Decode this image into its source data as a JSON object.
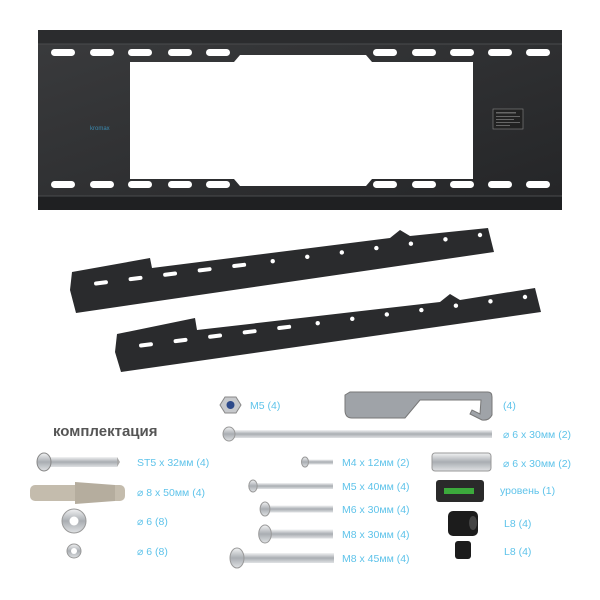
{
  "brand_logo": "kromax",
  "kit_title": "комплектация",
  "colors": {
    "label": "#5ec3ea",
    "mount": "#2e2f31",
    "steel": "#c9ccd0"
  },
  "items": [
    {
      "id": "nut",
      "label": "M5 (4)",
      "icon": "lock-nut-icon"
    },
    {
      "id": "bracket-hook",
      "label": "(4)",
      "icon": "safety-hook-icon"
    },
    {
      "id": "long-rod",
      "label": "⌀ 6 x 30мм (2)",
      "icon": "threaded-rod-icon"
    },
    {
      "id": "tube",
      "label": "⌀ 6 x 30мм (2)",
      "icon": "spacer-tube-icon"
    },
    {
      "id": "level",
      "label": "уровень (1)",
      "icon": "bubble-level-icon"
    },
    {
      "id": "spacer-large",
      "label": "L8 (4)",
      "icon": "spacer-large-icon"
    },
    {
      "id": "spacer-small",
      "label": "L8 (4)",
      "icon": "spacer-small-icon"
    },
    {
      "id": "m4",
      "label": "M4 x 12мм (2)",
      "icon": "bolt-icon"
    },
    {
      "id": "m5",
      "label": "M5 x 40мм (4)",
      "icon": "bolt-icon"
    },
    {
      "id": "m6",
      "label": "M6 x 30мм (4)",
      "icon": "bolt-icon"
    },
    {
      "id": "m8-30",
      "label": "M8 x 30мм (4)",
      "icon": "bolt-icon"
    },
    {
      "id": "m8-45",
      "label": "M8 x 45мм (4)",
      "icon": "bolt-icon"
    },
    {
      "id": "screw",
      "label": "ST5 x 32мм (4)",
      "icon": "wood-screw-icon"
    },
    {
      "id": "anchor",
      "label": "⌀ 8 x 50мм (4)",
      "icon": "wall-anchor-icon"
    },
    {
      "id": "washer-large",
      "label": "⌀ 6 (8)",
      "icon": "washer-icon"
    },
    {
      "id": "washer-small",
      "label": "⌀ 6 (8)",
      "icon": "washer-icon"
    }
  ]
}
